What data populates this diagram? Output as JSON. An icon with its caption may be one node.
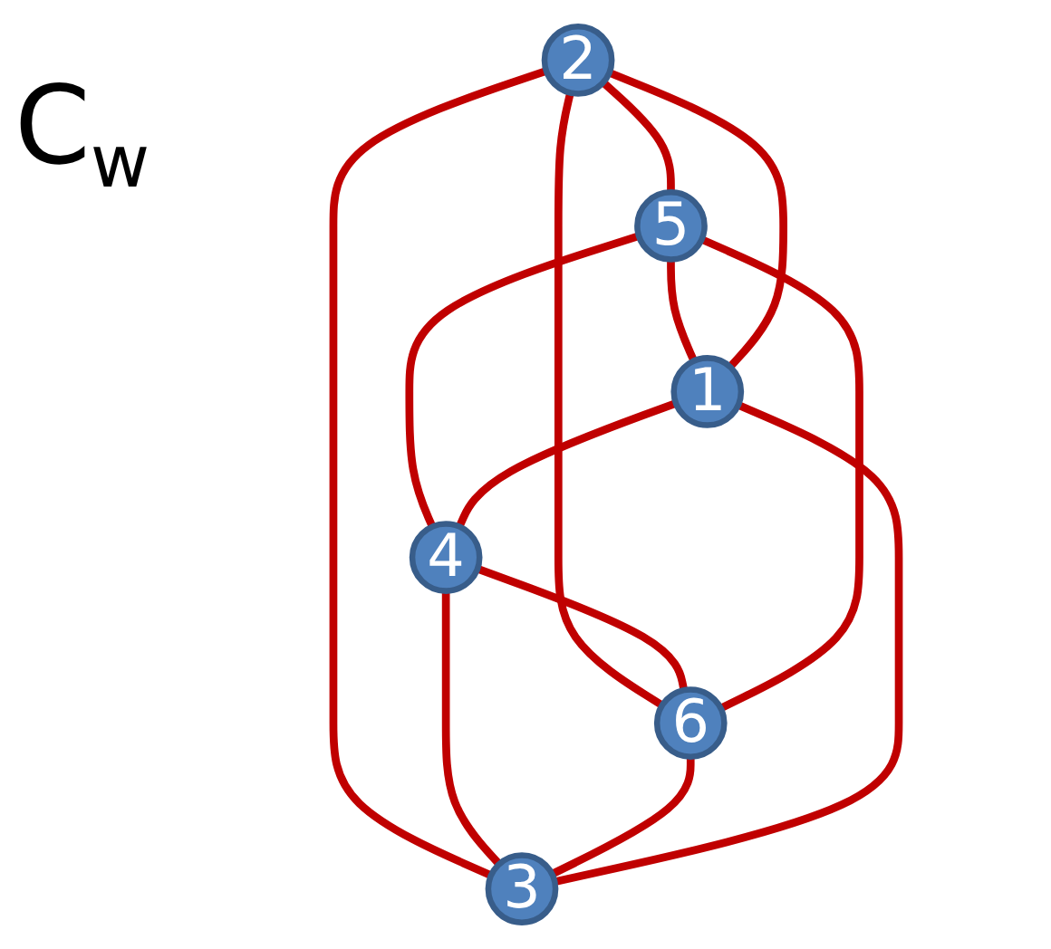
{
  "diagram": {
    "title": "C$_{w}$",
    "nodes": [
      {
        "text": [
          "2"
        ]
      },
      {
        "text": [
          "5"
        ]
      },
      {
        "text": [
          "6"
        ]
      },
      {
        "text": [
          "4"
        ]
      },
      {
        "text": [
          "1"
        ]
      },
      {
        "text": [
          "3"
        ]
      }
    ],
    "edges": [
      {
        "from": 4,
        "to": 0,
        "arrow": "none"
      },
      {
        "from": 0,
        "to": 5,
        "arrow": "none"
      },
      {
        "from": 0,
        "to": 1,
        "arrow": "none"
      },
      {
        "from": 0,
        "to": 2,
        "arrow": "none"
      },
      {
        "from": 2,
        "to": 1,
        "arrow": "none"
      },
      {
        "from": 1,
        "to": 3,
        "arrow": "none"
      },
      {
        "from": 1,
        "to": 4,
        "arrow": "none"
      },
      {
        "from": 3,
        "to": 2,
        "arrow": "none"
      },
      {
        "from": 4,
        "to": 3,
        "arrow": "none"
      },
      {
        "from": 3,
        "to": 5,
        "arrow": "none"
      },
      {
        "from": 2,
        "to": 5,
        "arrow": "none"
      },
      {
        "from": 4,
        "to": 5,
        "arrow": "none"
      }
    ]
  }
}
